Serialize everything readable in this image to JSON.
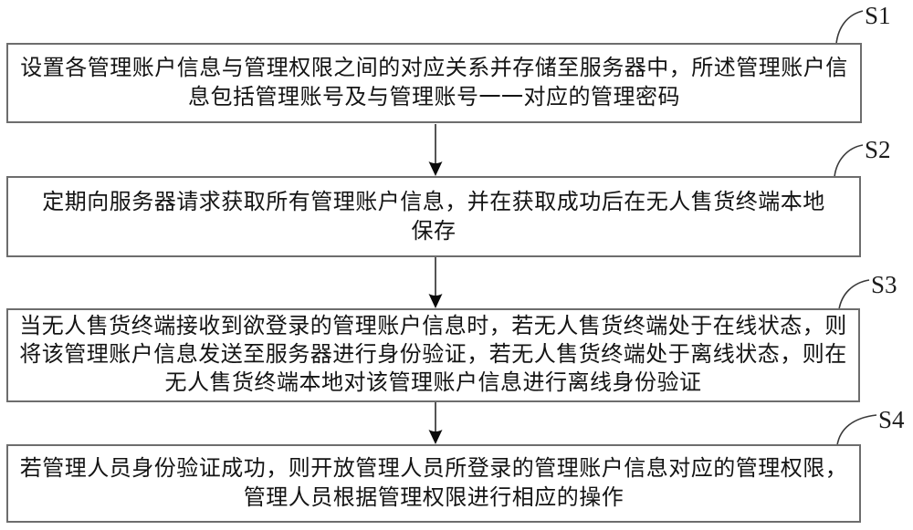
{
  "figure": {
    "type": "flowchart",
    "orientation": "vertical",
    "steps": [
      {
        "id": "S1",
        "lines": [
          "设置各管理账户信息与管理权限之间的对应关系并存储至服务器中，所述管理账户信",
          "息包括管理账号及与管理账号一一对应的管理密码"
        ]
      },
      {
        "id": "S2",
        "lines": [
          "定期向服务器请求获取所有管理账户信息，并在获取成功后在无人售货终端本地",
          "保存"
        ]
      },
      {
        "id": "S3",
        "lines": [
          "当无人售货终端接收到欲登录的管理账户信息时，若无人售货终端处于在线状态，则",
          "将该管理账户信息发送至服务器进行身份验证，若无人售货终端处于离线状态，则在",
          "无人售货终端本地对该管理账户信息进行离线身份验证"
        ]
      },
      {
        "id": "S4",
        "lines": [
          "若管理人员身份验证成功，则开放管理人员所登录的管理账户信息对应的管理权限，",
          "管理人员根据管理权限进行相应的操作"
        ]
      }
    ],
    "colors": {
      "background": "#ffffff",
      "box_border": "#6d6d6d",
      "text": "#141414",
      "arrow_line": "#555555",
      "arrow_head": "#0a0a0a",
      "leader_line": "#3a3a3a"
    }
  }
}
